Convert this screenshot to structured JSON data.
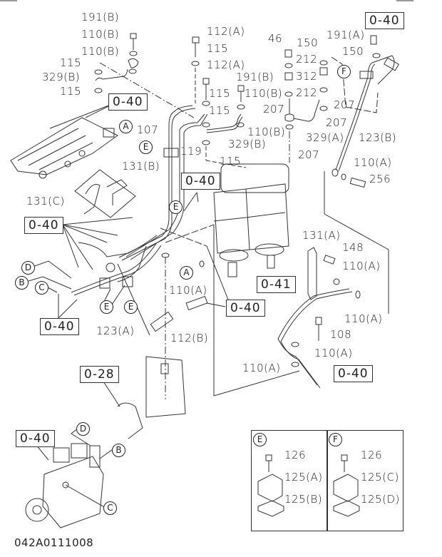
{
  "figure_number": "042A0111008",
  "part_labels": [
    {
      "id": "191B-1",
      "text": "191(B)"
    },
    {
      "id": "110B-1",
      "text": "110(B)"
    },
    {
      "id": "110B-2",
      "text": "110(B)"
    },
    {
      "id": "115-1",
      "text": "115"
    },
    {
      "id": "329B-1",
      "text": "329(B)"
    },
    {
      "id": "115-2",
      "text": "115"
    },
    {
      "id": "112A-1",
      "text": "112(A)"
    },
    {
      "id": "115-3",
      "text": "115"
    },
    {
      "id": "112A-2",
      "text": "112(A)"
    },
    {
      "id": "191B-2",
      "text": "191(B)"
    },
    {
      "id": "115-4",
      "text": "115"
    },
    {
      "id": "110B-3",
      "text": "110(B)"
    },
    {
      "id": "115-5",
      "text": "115"
    },
    {
      "id": "110B-4",
      "text": "110(B)"
    },
    {
      "id": "329B-2",
      "text": "329(B)"
    },
    {
      "id": "115-6",
      "text": "115"
    },
    {
      "id": "107",
      "text": "107"
    },
    {
      "id": "119",
      "text": "119"
    },
    {
      "id": "46",
      "text": "46"
    },
    {
      "id": "150-1",
      "text": "150"
    },
    {
      "id": "212-1",
      "text": "212"
    },
    {
      "id": "312",
      "text": "312"
    },
    {
      "id": "212-2",
      "text": "212"
    },
    {
      "id": "207-1",
      "text": "207"
    },
    {
      "id": "207-2",
      "text": "207"
    },
    {
      "id": "207-3",
      "text": "207"
    },
    {
      "id": "207-4",
      "text": "207"
    },
    {
      "id": "329A",
      "text": "329(A)"
    },
    {
      "id": "191A",
      "text": "191(A)"
    },
    {
      "id": "150-2",
      "text": "150"
    },
    {
      "id": "123B",
      "text": "123(B)"
    },
    {
      "id": "110A-1",
      "text": "110(A)"
    },
    {
      "id": "256",
      "text": "256"
    },
    {
      "id": "131B",
      "text": "131(B)"
    },
    {
      "id": "131C",
      "text": "131(C)"
    },
    {
      "id": "131A",
      "text": "131(A)"
    },
    {
      "id": "148",
      "text": "148"
    },
    {
      "id": "110A-2",
      "text": "110(A)"
    },
    {
      "id": "110A-3",
      "text": "110(A)"
    },
    {
      "id": "108",
      "text": "108"
    },
    {
      "id": "110A-4",
      "text": "110(A)"
    },
    {
      "id": "110A-5",
      "text": "110(A)"
    },
    {
      "id": "110A-6",
      "text": "110(A)"
    },
    {
      "id": "123A",
      "text": "123(A)"
    },
    {
      "id": "112B",
      "text": "112(B)"
    },
    {
      "id": "126-E",
      "text": "126"
    },
    {
      "id": "125A",
      "text": "125(A)"
    },
    {
      "id": "125B",
      "text": "125(B)"
    },
    {
      "id": "126-F",
      "text": "126"
    },
    {
      "id": "125C",
      "text": "125(C)"
    },
    {
      "id": "125D",
      "text": "125(D)"
    }
  ],
  "reference_boxes": [
    {
      "id": "ref-0-40-topright",
      "text": "0-40"
    },
    {
      "id": "ref-0-40-upperleft",
      "text": "0-40"
    },
    {
      "id": "ref-0-40-mid",
      "text": "0-40"
    },
    {
      "id": "ref-0-40-left",
      "text": "0-40"
    },
    {
      "id": "ref-0-40-lowerleft",
      "text": "0-40"
    },
    {
      "id": "ref-0-40-center",
      "text": "0-40"
    },
    {
      "id": "ref-0-41",
      "text": "0-41"
    },
    {
      "id": "ref-0-40-right",
      "text": "0-40"
    },
    {
      "id": "ref-0-28",
      "text": "0-28"
    },
    {
      "id": "ref-0-40-pump",
      "text": "0-40"
    }
  ],
  "callouts": [
    {
      "id": "A-1",
      "text": "A"
    },
    {
      "id": "A-2",
      "text": "A"
    },
    {
      "id": "E-1",
      "text": "E"
    },
    {
      "id": "E-2",
      "text": "E"
    },
    {
      "id": "E-3",
      "text": "E"
    },
    {
      "id": "E-4",
      "text": "E"
    },
    {
      "id": "F-1",
      "text": "F"
    },
    {
      "id": "D-1",
      "text": "D"
    },
    {
      "id": "B-1",
      "text": "B"
    },
    {
      "id": "C-1",
      "text": "C"
    },
    {
      "id": "D-2",
      "text": "D"
    },
    {
      "id": "B-2",
      "text": "B"
    },
    {
      "id": "C-2",
      "text": "C"
    },
    {
      "id": "E-inset",
      "text": "E"
    },
    {
      "id": "F-inset",
      "text": "F"
    }
  ]
}
